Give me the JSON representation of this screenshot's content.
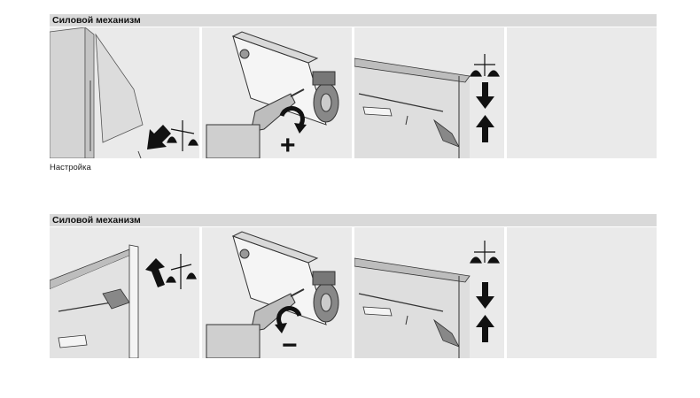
{
  "section1": {
    "title": "Силовой механизм",
    "caption": "Настройка",
    "rotation_sign": "+"
  },
  "section2": {
    "title": "Силовой механизм",
    "rotation_sign": "−"
  },
  "icons": [
    "balance-scale-icon",
    "arrow-down-icon",
    "arrow-up-icon",
    "rotate-icon",
    "drill-icon"
  ]
}
